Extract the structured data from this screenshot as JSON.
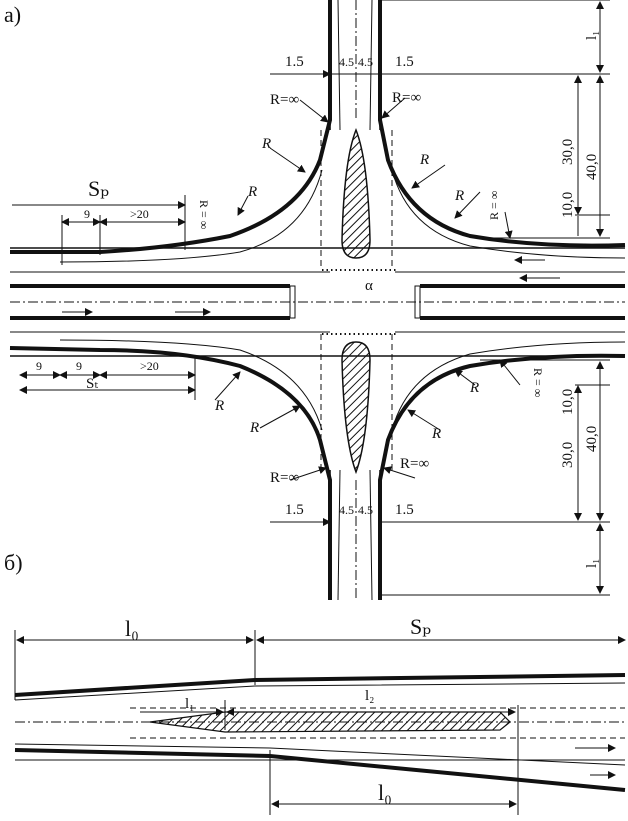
{
  "panels": {
    "a": {
      "label": "а)"
    },
    "b": {
      "label": "б)"
    }
  },
  "labels": {
    "R": "R",
    "R_inf": "R=∞",
    "R_eq_inf": "R = ∞",
    "w15": "1.5",
    "w45": "4.5",
    "w45b": "4.5",
    "d30": "30,0",
    "d40": "40,0",
    "d10": "10,0",
    "l1": "l₁",
    "Sp": "Sₚ",
    "St": "Sₜ",
    "nine": "9",
    "gt20": ">20",
    "alpha": "α",
    "l0": "l₀",
    "l1b": "l₁",
    "l2": "l₂",
    "Spb": "Sₚ"
  }
}
